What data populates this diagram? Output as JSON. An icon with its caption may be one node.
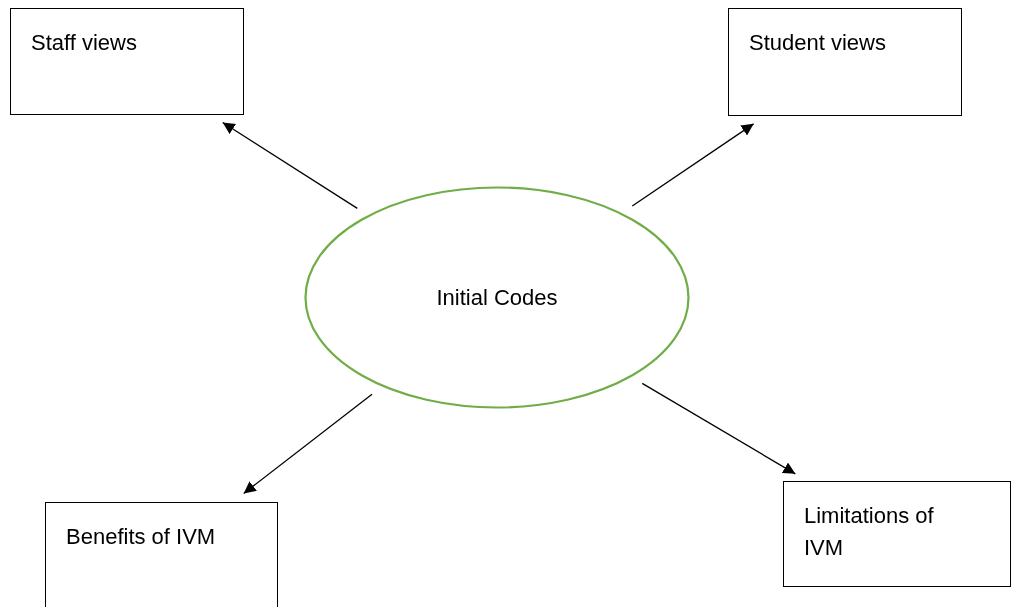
{
  "diagram": {
    "nodes": [
      {
        "text": [
          "Staff views"
        ]
      },
      {
        "text": [
          "Student views"
        ]
      },
      {
        "text": [
          "Initial Codes"
        ]
      },
      {
        "text": [
          "Benefits of IVM"
        ]
      },
      {
        "text": [
          "Limitations of IVM"
        ]
      }
    ],
    "edges": [
      {
        "from": 2,
        "to": 0,
        "arrow": "to"
      },
      {
        "from": 2,
        "to": 1,
        "arrow": "to"
      },
      {
        "from": 2,
        "to": 3,
        "arrow": "to"
      },
      {
        "from": 2,
        "to": 4,
        "arrow": "to"
      }
    ]
  }
}
